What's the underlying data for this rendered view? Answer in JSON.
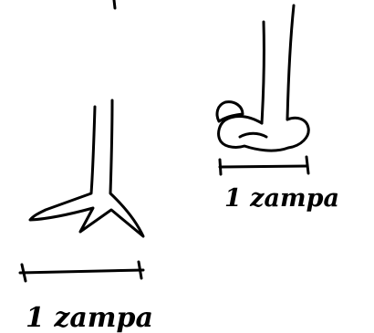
{
  "figure": {
    "background": "#ffffff",
    "stroke": "#000000",
    "left_item": {
      "label": "1 zampa",
      "drawing": "bird-foot"
    },
    "right_item": {
      "label": "1 zampa",
      "drawing": "paw-leg"
    }
  }
}
